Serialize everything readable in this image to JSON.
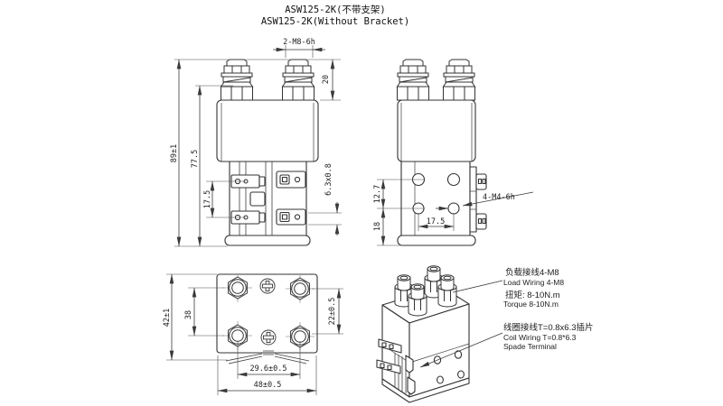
{
  "title": {
    "line1": "ASW125-2K(不带支架)",
    "line2": "ASW125-2K(Without Bracket)"
  },
  "colors": {
    "background": "#ffffff",
    "line": "#333333",
    "dimension_line": "#3a3a3a",
    "text": "#1f1f1f"
  },
  "views": {
    "front": {
      "label": "front-view",
      "dimensions": {
        "overall_height": "89±1",
        "body_height": "77.5",
        "coil_terminal_pitch": "17.5",
        "stud_thread": "2-M8-6h",
        "stud_height": "20",
        "spade_size": "6.3x0.8"
      }
    },
    "side": {
      "label": "side-view",
      "dimensions": {
        "hole_vertical_spacing": "12.7",
        "hole_to_base": "18",
        "hole_pitch": "17.5",
        "mounting_holes": "4-M4-6h"
      }
    },
    "bottom": {
      "label": "bottom-view",
      "dimensions": {
        "depth": "42±1",
        "hole_rows_spacing": "38",
        "stud_rows_spacing": "22±0.5",
        "stud_columns_spacing": "29.6±0.5",
        "width": "48±0.5"
      }
    },
    "isometric": {
      "label": "isometric-view"
    }
  },
  "annotations": {
    "load_wiring_cn": "负载接线4-M8",
    "load_wiring_en": "Load Wiring 4-M8",
    "torque_cn": "扭矩: 8-10N.m",
    "torque_en": "Torque 8-10N.m",
    "coil_wiring_cn": "线圈接线T=0.8x6.3插片",
    "coil_wiring_en": "Coil Wiring T=0.8*6.3",
    "spade_terminal_en": "Spade Terminal"
  }
}
